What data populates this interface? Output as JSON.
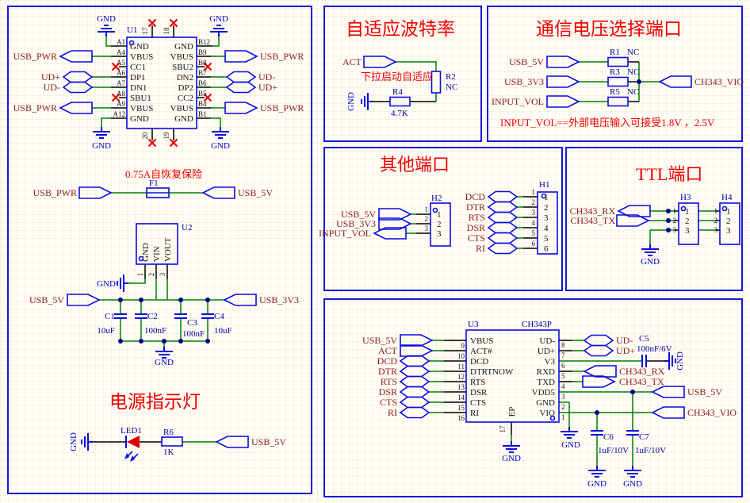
{
  "colors": {
    "box_border": "#1616d9",
    "symbol_blue": "#0b0be0",
    "wire_green": "#008000",
    "pin_black": "#000000",
    "net_label": "#8b1c1c",
    "designator": "#0000a8",
    "title_red": "#f20000",
    "gnd_label": "#0000c8",
    "junction": "#00008c",
    "no_connect_x": "#e80000",
    "led_fill": "#dd0000",
    "background": "#fffdf4"
  },
  "u1": {
    "ref": "U1",
    "gnd": "GND",
    "left_pin_nums": [
      "A1",
      "A4",
      "A5",
      "A6",
      "A7",
      "A8",
      "A9",
      "A12"
    ],
    "left_pin_names": [
      "GND",
      "VBUS",
      "CC1",
      "DP1",
      "DN1",
      "SBU1",
      "VBUS",
      "GND"
    ],
    "right_pin_nums": [
      "B12",
      "B9",
      "B8",
      "B7",
      "B6",
      "B5",
      "B4",
      "B1"
    ],
    "right_pin_names": [
      "GND",
      "VBUS",
      "SBU2",
      "DN2",
      "DP2",
      "CC2",
      "VBUS",
      "GND"
    ],
    "top_pin_nums": [
      "17",
      "18"
    ],
    "bottom_pin_nums": [
      "20",
      "19"
    ],
    "left_ports": [
      "USB_PWR",
      "UD+",
      "UD-",
      "USB_PWR"
    ],
    "right_ports": [
      "USB_PWR",
      "UD-",
      "UD+",
      "USB_PWR"
    ]
  },
  "fuse": {
    "title": "0.75A自恢复保险",
    "ref": "F1",
    "port_left": "USB_PWR",
    "port_right": "USB_5V"
  },
  "reg": {
    "ref": "U2",
    "gnd": "GND",
    "pin_names": [
      "GND",
      "VIN",
      "VOUT"
    ],
    "pin_nums": [
      "1",
      "2",
      "3"
    ],
    "port_left": "USB_5V",
    "port_right": "USB_3V3",
    "caps": [
      {
        "ref": "C1",
        "val": "10uF"
      },
      {
        "ref": "C2",
        "val": "100nF"
      },
      {
        "ref": "C3",
        "val": "100nF"
      },
      {
        "ref": "C4",
        "val": "10uF"
      }
    ]
  },
  "led": {
    "title": "电源指示灯",
    "gnd": "GND",
    "ref": "LED1",
    "res_ref": "R6",
    "res_val": "1K",
    "port": "USB_5V"
  },
  "baud": {
    "title": "自适应波特率",
    "port": "ACT",
    "note": "下拉启动自适应",
    "r2_ref": "R2",
    "r2_val": "NC",
    "r4_ref": "R4",
    "r4_val": "4.7K",
    "gnd": "GND"
  },
  "viosel": {
    "title": "通信电压选择端口",
    "ports": [
      "USB_5V",
      "USB_3V3",
      "INPUT_VOL"
    ],
    "res": [
      {
        "ref": "R1",
        "val": "NC"
      },
      {
        "ref": "R3",
        "val": "NC"
      },
      {
        "ref": "R5",
        "val": "NC"
      }
    ],
    "out_port": "CH343_VIO",
    "note": "INPUT_VOL==外部电压输入可接受1.8V ，2.5V"
  },
  "other": {
    "title": "其他端口",
    "h2_ref": "H2",
    "h2_pins": [
      "1",
      "2",
      "3"
    ],
    "h2_ports": [
      "USB_5V",
      "USB_3V3",
      "INPUT_VOL"
    ],
    "h1_ref": "H1",
    "h1_pins": [
      "1",
      "2",
      "3",
      "4",
      "5",
      "6"
    ],
    "h1_ports": [
      "DCD",
      "DTR",
      "RTS",
      "DSR",
      "CTS",
      "RI"
    ]
  },
  "ttl": {
    "title": "TTL端口",
    "ports": [
      "CH343_RX",
      "CH343_TX"
    ],
    "h3_ref": "H3",
    "h4_ref": "H4",
    "pins": [
      "1",
      "2",
      "3"
    ],
    "gnd": "GND"
  },
  "u3": {
    "ref": "U3",
    "part": "CH343P",
    "gnd": "GND",
    "left_pin_nums": [
      "9",
      "10",
      "11",
      "12",
      "13",
      "14",
      "15",
      "16"
    ],
    "left_pin_names": [
      "VBUS",
      "ACT#",
      "DCD",
      "DTRTNOW",
      "RTS",
      "DSR",
      "CTS",
      "RI"
    ],
    "left_ports": [
      "USB_5V",
      "ACT",
      "DCD",
      "DTR",
      "RTS",
      "DSR",
      "CTS",
      "RI"
    ],
    "right_pin_nums": [
      "8",
      "7",
      "6",
      "5",
      "4",
      "3",
      "2",
      "1"
    ],
    "right_pin_names": [
      "UD-",
      "UD+",
      "V3",
      "RXD",
      "TXD",
      "VDD5",
      "GND",
      "VIO"
    ],
    "ep_name": "EP",
    "ep_num": "17",
    "ports": {
      "udm": "UD-",
      "udp": "UD+",
      "rx": "CH343_RX",
      "tx": "CH343_TX",
      "v5": "USB_5V",
      "vio": "CH343_VIO"
    },
    "c5": {
      "ref": "C5",
      "val": "100nF/6V"
    },
    "c6": {
      "ref": "C6",
      "val": "1uF/10V"
    },
    "c7": {
      "ref": "C7",
      "val": "1uF/10V"
    }
  }
}
